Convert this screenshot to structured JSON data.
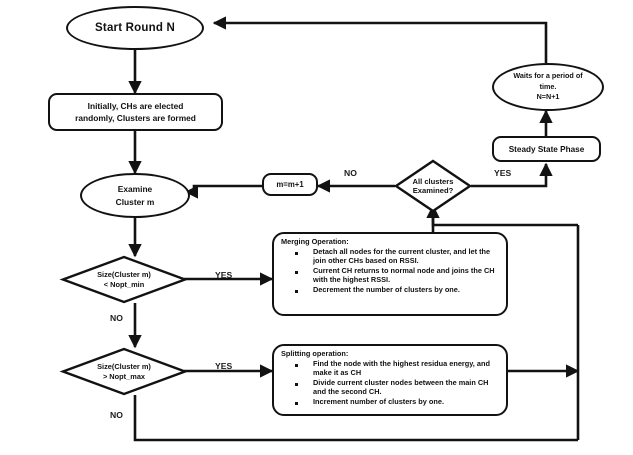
{
  "diagram": {
    "title": "Adaptive clustering round flowchart",
    "stroke_color": "#121212",
    "text_color": "#111111",
    "background": "#ffffff"
  },
  "nodes": {
    "start": {
      "label": "Start Round N",
      "shape": "ellipse"
    },
    "init": {
      "line1": "Initially, CHs are elected",
      "line2": "randomly, Clusters are formed",
      "shape": "rounded-rect"
    },
    "examine": {
      "line1": "Examine",
      "line2": "Cluster m",
      "shape": "ellipse"
    },
    "increment": {
      "label": "m=m+1",
      "shape": "rounded-rect"
    },
    "all_examined": {
      "line1": "All clusters",
      "line2": "Examined?",
      "shape": "diamond"
    },
    "steady": {
      "label": "Steady State Phase",
      "shape": "rounded-rect"
    },
    "waits": {
      "line1": "Waits for a period of",
      "line2": "time.",
      "line3": "N=N+1",
      "shape": "ellipse"
    },
    "size_min": {
      "line1": "Size(Cluster m)",
      "line2": "< Nopt_min",
      "shape": "diamond"
    },
    "size_max": {
      "line1": "Size(Cluster m)",
      "line2": "> Nopt_max",
      "shape": "diamond"
    }
  },
  "merging": {
    "title": "Merging Operation:",
    "bullets": [
      "Detach all nodes for the current cluster, and let the join other CHs based on RSSI.",
      "Current CH returns to normal node and joins the CH with the highest RSSI.",
      "Decrement the number of clusters by one."
    ]
  },
  "splitting": {
    "title": "Splitting operation:",
    "bullets": [
      "Find the node with the highest residua energy, and make it as CH",
      "Divide current cluster nodes between the main CH and the second CH.",
      "Increment number of clusters by one."
    ]
  },
  "edge_labels": {
    "no_all_examined": "NO",
    "yes_all_examined": "YES",
    "yes_size_min": "YES",
    "no_size_min": "NO",
    "yes_size_max": "YES",
    "no_size_max": "NO"
  }
}
